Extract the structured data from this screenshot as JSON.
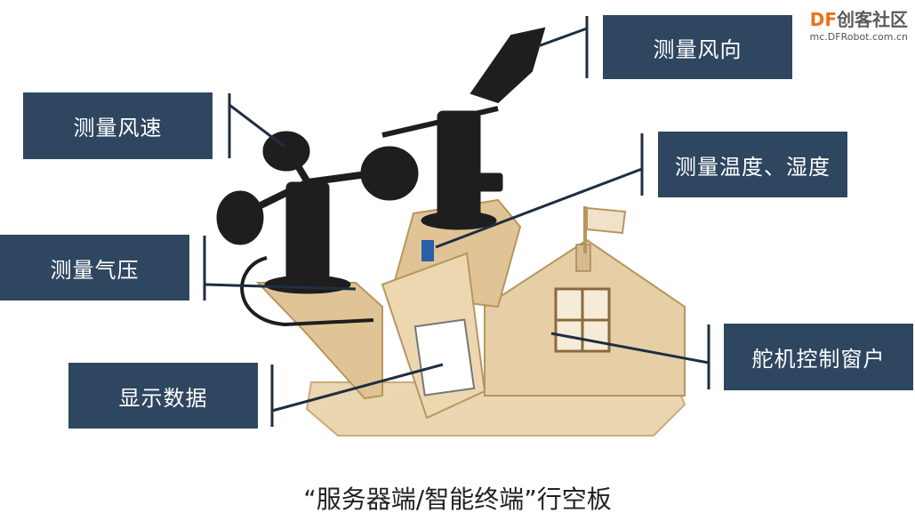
{
  "logo": {
    "brand": "DF",
    "name": "创客社区",
    "url": "mc.DFRobot.com.cn"
  },
  "labels": {
    "wind_direction": "测量风向",
    "wind_speed": "测量风速",
    "temp_humidity": "测量温度、湿度",
    "air_pressure": "测量气压",
    "servo_window": "舵机控制窗户",
    "display_data": "显示数据"
  },
  "caption": "“服务器端/智能终端”行空板",
  "colors": {
    "label_bg": "#2e4660",
    "wood": "#e6cfa6",
    "wood_dark": "#c9ab7c",
    "metal": "#222222"
  }
}
